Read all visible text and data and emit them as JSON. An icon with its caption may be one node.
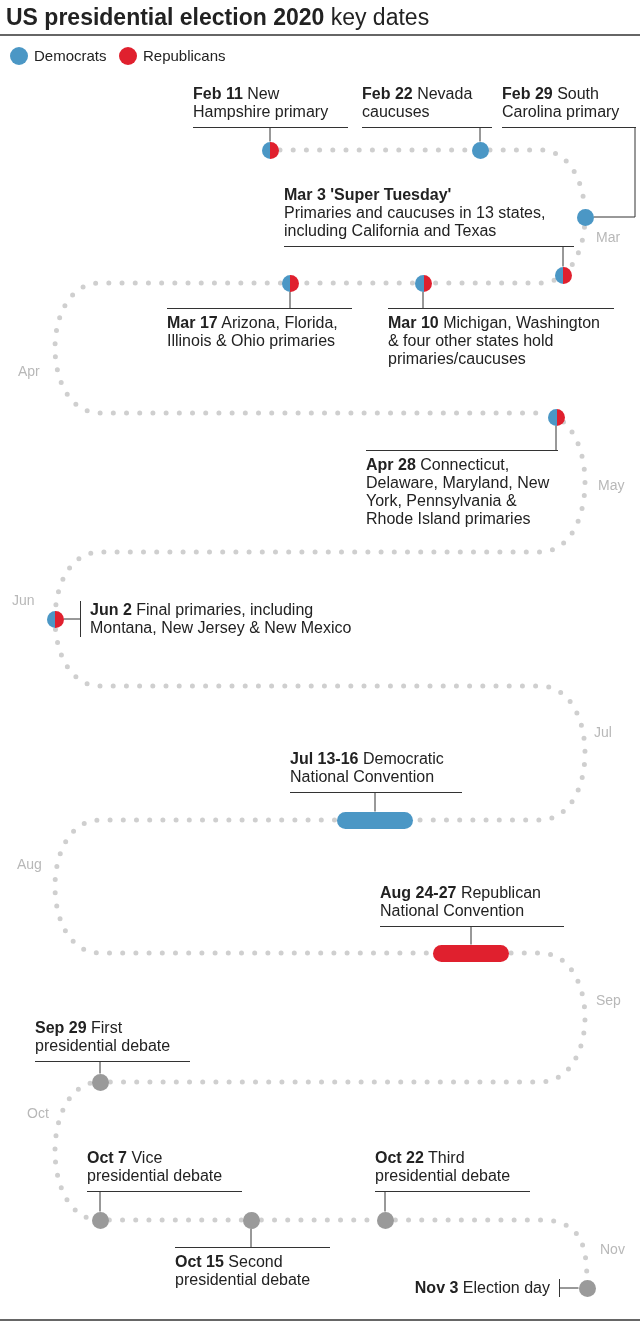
{
  "diagram": {
    "title": "**US presidential election 2020** key dates",
    "nodes": [
      {
        "text": [
          "**Feb 11** New Hampshire primary"
        ]
      },
      {
        "text": [],
        "shape": "circle"
      },
      {
        "text": [
          "**Feb 22** Nevada caucuses"
        ]
      },
      {
        "text": [],
        "shape": "circle"
      },
      {
        "text": [
          "**Feb 29** South Carolina primary"
        ]
      },
      {
        "text": [],
        "shape": "circle"
      },
      {
        "text": [
          "Mar 3 'Super Tuesday'",
          "Primaries and caucuses in 13 states, including California and Texas"
        ]
      },
      {
        "text": [],
        "shape": "circle"
      },
      {
        "text": [
          "**Mar 17** Arizona, Florida, Illinois & Ohio primaries"
        ]
      },
      {
        "text": [],
        "shape": "circle"
      },
      {
        "text": [
          "**Mar 10** Michigan, Washington & four other states hold primaries/caucuses"
        ]
      },
      {
        "text": [],
        "shape": "circle"
      },
      {
        "text": [
          "**Apr 28** Connecticut, Delaware, Maryland, New York, Pennsylvania & Rhode Island primaries"
        ]
      },
      {
        "text": [],
        "shape": "circle"
      },
      {
        "text": [
          "**Jun 2** Final primaries, including Montana, New Jersey & New Mexico"
        ]
      },
      {
        "text": [],
        "shape": "circle"
      },
      {
        "text": [
          "**Jul 13-16** Democratic National Convention"
        ]
      },
      {
        "text": [],
        "shape": "bar"
      },
      {
        "text": [
          "**Aug 24-27** Republican National Convention"
        ]
      },
      {
        "text": [],
        "shape": "bar"
      },
      {
        "text": [
          "**Sep 29** First presidential debate"
        ]
      },
      {
        "text": [],
        "shape": "circle"
      },
      {
        "text": [
          "**Oct 7** Vice presidential debate"
        ]
      },
      {
        "text": [],
        "shape": "circle"
      },
      {
        "text": [
          "**Oct 15** Second presidential debate"
        ]
      },
      {
        "text": [],
        "shape": "circle"
      },
      {
        "text": [
          "**Oct 22** Third presidential debate"
        ]
      },
      {
        "text": [],
        "shape": "circle"
      },
      {
        "text": [
          "**Nov 3** Election day"
        ]
      },
      {
        "text": [],
        "shape": "circle"
      }
    ],
    "edges": [
      {
        "from": 0,
        "to": 1,
        "arrow": "none"
      },
      {
        "from": 2,
        "to": 3,
        "arrow": "none"
      },
      {
        "from": 4,
        "to": 5,
        "arrow": "none"
      },
      {
        "from": 6,
        "to": 7,
        "arrow": "none"
      },
      {
        "from": 8,
        "to": 9,
        "arrow": "none"
      },
      {
        "from": 10,
        "to": 11,
        "arrow": "none"
      },
      {
        "from": 12,
        "to": 13,
        "arrow": "none"
      },
      {
        "from": 14,
        "to": 15,
        "arrow": "none"
      },
      {
        "from": 16,
        "to": 17,
        "arrow": "none"
      },
      {
        "from": 18,
        "to": 19,
        "arrow": "none"
      },
      {
        "from": 20,
        "to": 21,
        "arrow": "none"
      },
      {
        "from": 22,
        "to": 23,
        "arrow": "none"
      },
      {
        "from": 24,
        "to": 25,
        "arrow": "none"
      },
      {
        "from": 26,
        "to": 27,
        "arrow": "none"
      },
      {
        "from": 28,
        "to": 29,
        "arrow": "none"
      },
      {
        "from": 1,
        "to": 3,
        "arrow": "none",
        "style": "dashed",
        "color": "#cfcfcf"
      },
      {
        "from": 3,
        "to": 5,
        "arrow": "none",
        "style": "dashed",
        "color": "#cfcfcf"
      },
      {
        "from": 5,
        "to": 7,
        "arrow": "none",
        "style": "dashed",
        "color": "#cfcfcf"
      },
      {
        "from": 7,
        "to": 11,
        "arrow": "none",
        "style": "dashed",
        "color": "#cfcfcf"
      },
      {
        "from": 11,
        "to": 9,
        "arrow": "none",
        "style": "dashed",
        "color": "#cfcfcf"
      },
      {
        "from": 9,
        "to": 13,
        "arrow": "none",
        "style": "dashed",
        "color": "#cfcfcf"
      },
      {
        "from": 13,
        "to": 15,
        "arrow": "none",
        "style": "dashed",
        "color": "#cfcfcf"
      },
      {
        "from": 15,
        "to": 17,
        "arrow": "none",
        "style": "dashed",
        "color": "#cfcfcf"
      },
      {
        "from": 17,
        "to": 19,
        "arrow": "none",
        "style": "dashed",
        "color": "#cfcfcf"
      },
      {
        "from": 19,
        "to": 21,
        "arrow": "none",
        "style": "dashed",
        "color": "#cfcfcf"
      },
      {
        "from": 21,
        "to": 23,
        "arrow": "none",
        "style": "dashed",
        "color": "#cfcfcf"
      },
      {
        "from": 23,
        "to": 25,
        "arrow": "none",
        "style": "dashed",
        "color": "#cfcfcf"
      },
      {
        "from": 25,
        "to": 27,
        "arrow": "none",
        "style": "dashed",
        "color": "#cfcfcf"
      },
      {
        "from": 27,
        "to": 29,
        "arrow": "none",
        "style": "dashed",
        "color": "#cfcfcf"
      }
    ],
    "labels": [
      "Mar",
      "Apr",
      "May",
      "Jun",
      "Jul",
      "Aug",
      "Sep",
      "Oct",
      "Nov"
    ],
    "legend": [
      {
        "text": "Democrats",
        "color": "#4b97c5"
      },
      {
        "text": "Republicans",
        "color": "#e0202e"
      }
    ]
  }
}
